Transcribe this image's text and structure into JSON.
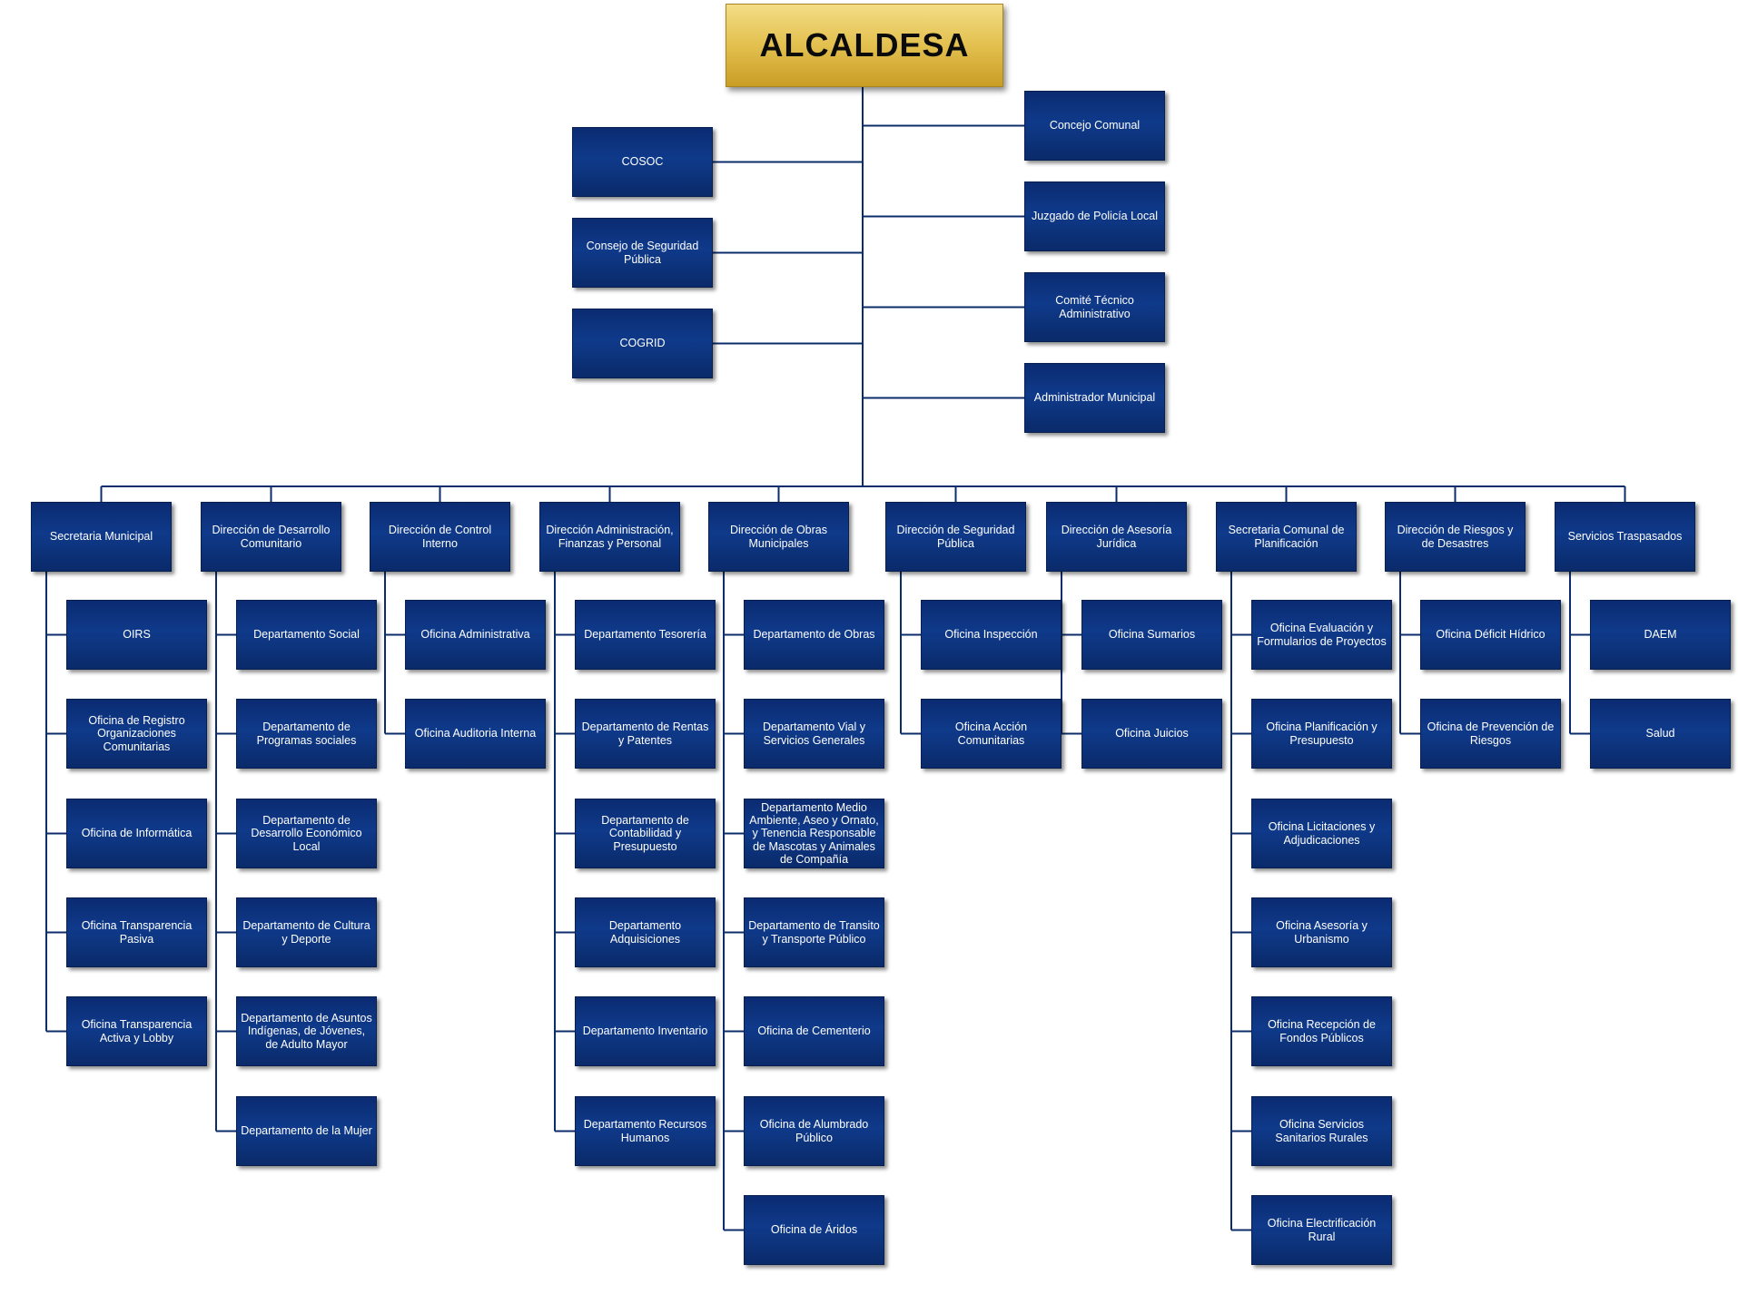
{
  "root": "ALCALDESA",
  "advisory_left": [
    "COSOC",
    "Consejo de Seguridad Pública",
    "COGRID"
  ],
  "advisory_right": [
    "Concejo Comunal",
    "Juzgado de Policía Local",
    "Comité Técnico Administrativo",
    "Administrador Municipal"
  ],
  "departments": [
    {
      "name": "Secretaria Municipal",
      "children": [
        "OIRS",
        "Oficina de Registro Organizaciones Comunitarias",
        "Oficina de Informática",
        "Oficina Transparencia Pasiva",
        "Oficina Transparencia Activa y Lobby"
      ]
    },
    {
      "name": "Dirección de Desarrollo Comunitario",
      "children": [
        "Departamento Social",
        "Departamento de Programas sociales",
        "Departamento de Desarrollo Económico Local",
        "Departamento de Cultura y Deporte",
        "Departamento de Asuntos Indígenas, de Jóvenes, de Adulto Mayor",
        "Departamento de la Mujer"
      ]
    },
    {
      "name": "Dirección de Control Interno",
      "children": [
        "Oficina Administrativa",
        "Oficina Auditoria Interna"
      ]
    },
    {
      "name": "Dirección Administración, Finanzas y Personal",
      "children": [
        "Departamento Tesorería",
        "Departamento de Rentas y Patentes",
        "Departamento de Contabilidad y Presupuesto",
        "Departamento Adquisiciones",
        "Departamento Inventario",
        "Departamento Recursos Humanos"
      ]
    },
    {
      "name": "Dirección de Obras Municipales",
      "children": [
        "Departamento de Obras",
        "Departamento Vial y Servicios Generales",
        "Departamento Medio Ambiente, Aseo y Ornato, y Tenencia Responsable de Mascotas y Animales de Compañía",
        "Departamento de Transito y Transporte Público",
        "Oficina de Cementerio",
        "Oficina de Alumbrado Público",
        "Oficina de Áridos"
      ]
    },
    {
      "name": "Dirección de Seguridad Pública",
      "children": [
        "Oficina Inspección",
        "Oficina Acción Comunitarias"
      ]
    },
    {
      "name": "Dirección de Asesoría Jurídica",
      "children": [
        "Oficina Sumarios",
        "Oficina Juicios"
      ]
    },
    {
      "name": "Secretaria Comunal de Planificación",
      "children": [
        "Oficina Evaluación y Formularios de Proyectos",
        "Oficina Planificación y Presupuesto",
        "Oficina Licitaciones y Adjudicaciones",
        "Oficina Asesoría y Urbanismo",
        "Oficina Recepción de Fondos Públicos",
        "Oficina Servicios Sanitarios Rurales",
        "Oficina Electrificación Rural"
      ]
    },
    {
      "name": "Dirección de Riesgos y de Desastres",
      "children": [
        "Oficina Déficit Hídrico",
        "Oficina de Prevención de Riesgos"
      ]
    },
    {
      "name": "Servicios Traspasados",
      "children": [
        "DAEM",
        "Salud"
      ]
    }
  ]
}
